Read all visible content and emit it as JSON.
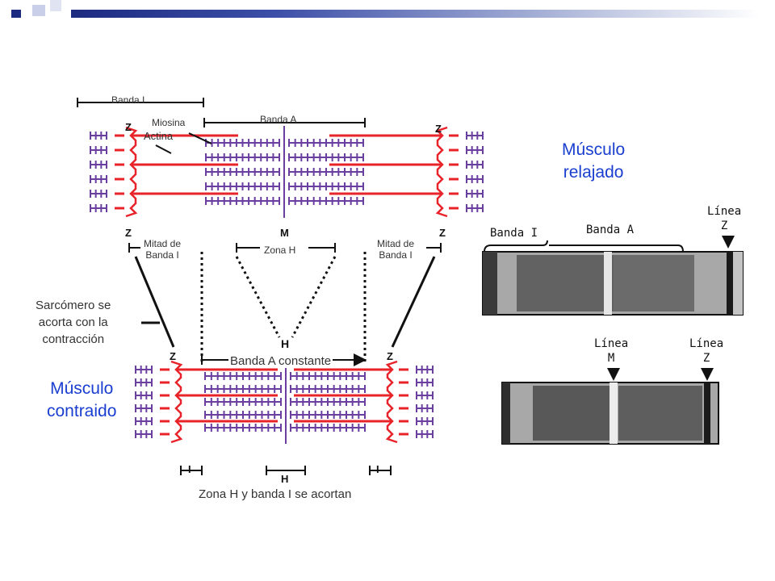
{
  "diagram": {
    "top": {
      "banda_i": "Banda I",
      "banda_a": "Banda A",
      "miosina": "Miosina",
      "actina": "Actina",
      "z_left": "Z",
      "z_right": "Z",
      "z_bottom_left": "Z",
      "m_line": "M",
      "z_bottom_right": "Z",
      "mitad_left": "Mitad de\nBanda I",
      "zona_h": "Zona H",
      "mitad_right": "Mitad de\nBanda I"
    },
    "middle": {
      "sarcomero": "Sarcómero se\nacorta con la\ncontracción",
      "h_mark": "H",
      "banda_a_constante": "Banda A constante"
    },
    "bottom": {
      "z_left": "Z",
      "z_right": "Z",
      "musculo_contraido": "Músculo\ncontraido",
      "i_left": "I",
      "h": "H",
      "i_right": "I",
      "caption": "Zona H y banda I se acortan"
    },
    "right": {
      "musculo_relajado": "Músculo\nrelajado",
      "linea_z_top": "Línea\nZ",
      "banda_i": "Banda I",
      "banda_a": "Banda A",
      "linea_m": "Línea\nM",
      "linea_z_bottom": "Línea\nZ"
    }
  },
  "colors": {
    "actin": "#e8232a",
    "myosin": "#6a3fa0",
    "label_blue": "#1a3fd0",
    "header_dark": "#1c2a80"
  }
}
